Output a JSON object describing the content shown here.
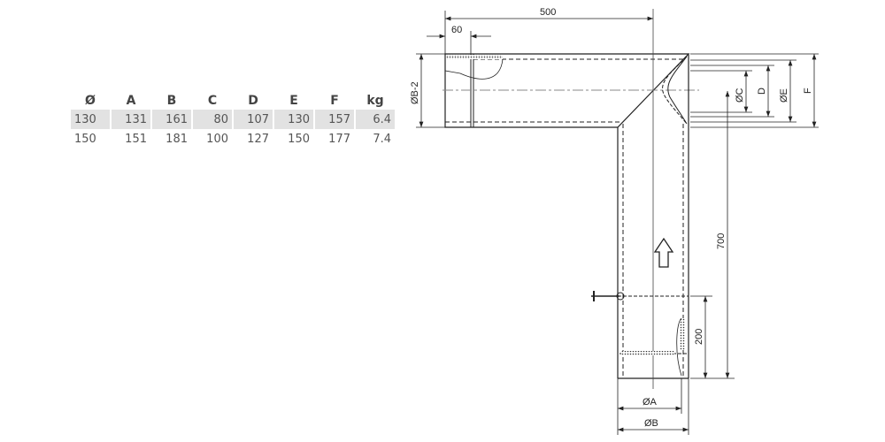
{
  "table": {
    "headers": [
      "Ø",
      "A",
      "B",
      "C",
      "D",
      "E",
      "F",
      "kg"
    ],
    "rows": [
      [
        "130",
        "131",
        "161",
        "80",
        "107",
        "130",
        "157",
        "6.4"
      ],
      [
        "150",
        "151",
        "181",
        "100",
        "127",
        "150",
        "177",
        "7.4"
      ]
    ]
  },
  "drawing": {
    "dim_length": "500",
    "dim_overlap": "60",
    "dim_b2": "ØB-2",
    "dim_c": "ØC",
    "dim_d": "D",
    "dim_e": "ØE",
    "dim_f": "F",
    "dim_height": "700",
    "dim_door": "200",
    "dim_a": "ØA",
    "dim_b": "ØB"
  }
}
